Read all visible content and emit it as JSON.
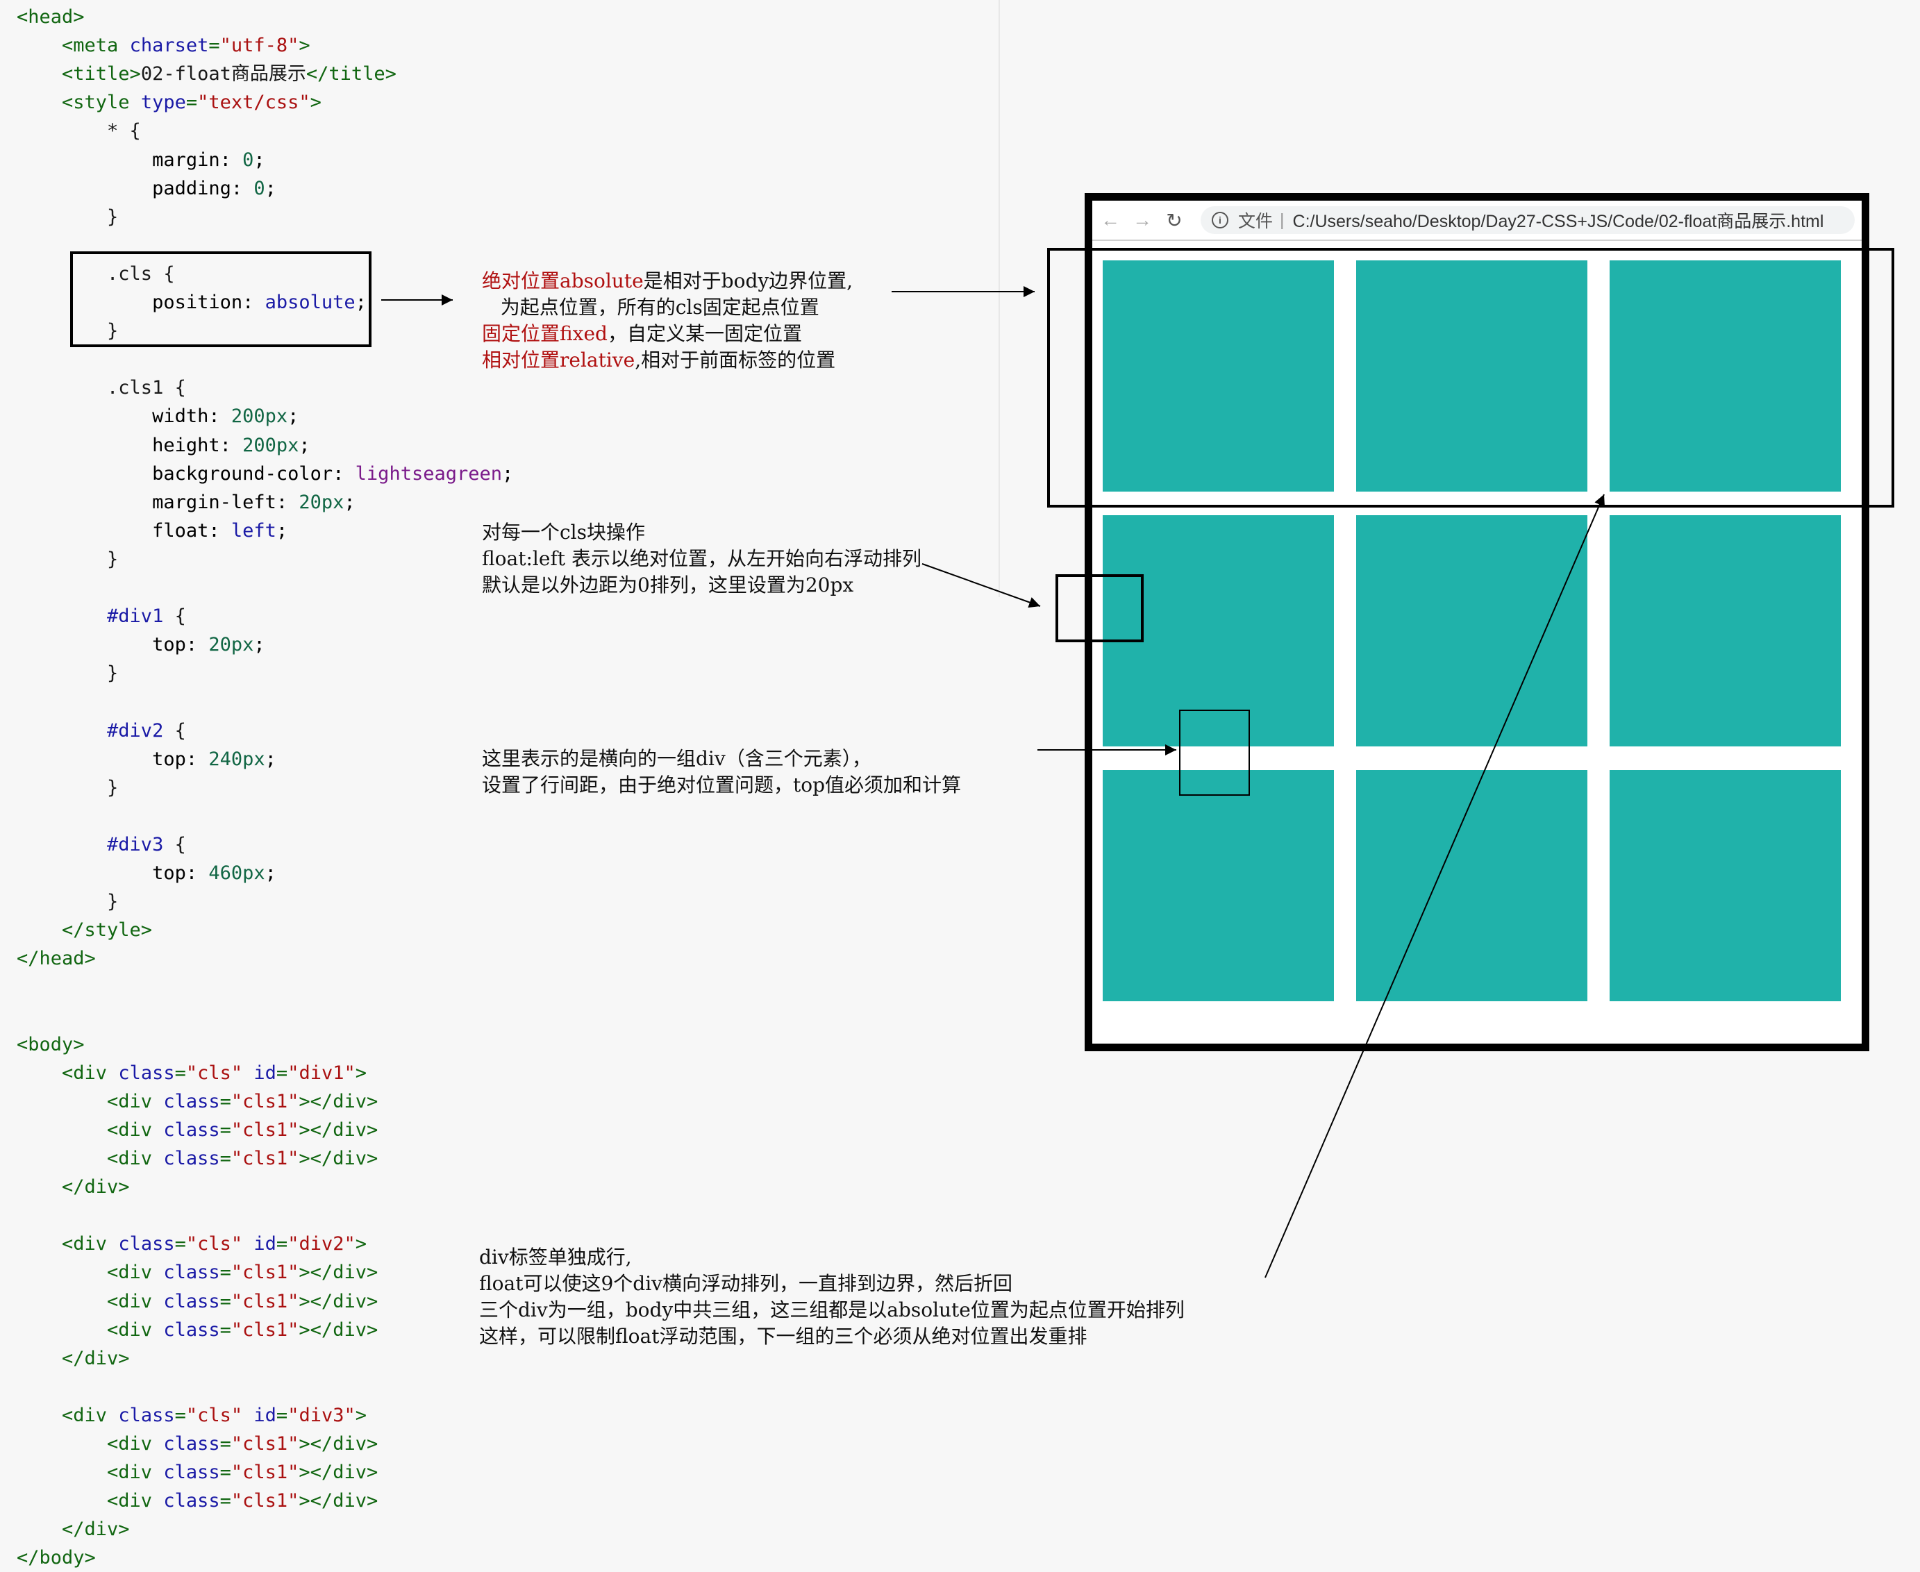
{
  "code": {
    "lines": [
      [
        {
          "c": "t-tag",
          "t": "<head>"
        }
      ],
      [
        {
          "c": "t-tag",
          "t": "    <meta "
        },
        {
          "c": "t-attr",
          "t": "charset"
        },
        {
          "c": "t-tag",
          "t": "="
        },
        {
          "c": "t-str",
          "t": "\"utf-8\""
        },
        {
          "c": "t-tag",
          "t": ">"
        }
      ],
      [
        {
          "c": "t-tag",
          "t": "    <title>"
        },
        {
          "c": "t-sel",
          "t": "02-float商品展示"
        },
        {
          "c": "t-tag",
          "t": "</title>"
        }
      ],
      [
        {
          "c": "t-tag",
          "t": "    <style "
        },
        {
          "c": "t-attr",
          "t": "type"
        },
        {
          "c": "t-tag",
          "t": "="
        },
        {
          "c": "t-str",
          "t": "\"text/css\""
        },
        {
          "c": "t-tag",
          "t": ">"
        }
      ],
      [
        {
          "c": "t-sel",
          "t": "        * {"
        }
      ],
      [
        {
          "c": "t-prop",
          "t": "            margin: "
        },
        {
          "c": "t-num",
          "t": "0"
        },
        {
          "c": "t-prop",
          "t": ";"
        }
      ],
      [
        {
          "c": "t-prop",
          "t": "            padding: "
        },
        {
          "c": "t-num",
          "t": "0"
        },
        {
          "c": "t-prop",
          "t": ";"
        }
      ],
      [
        {
          "c": "t-sel",
          "t": "        }"
        }
      ],
      [
        {
          "c": "t-sel",
          "t": ""
        }
      ],
      [
        {
          "c": "t-sel",
          "t": "        .cls {"
        }
      ],
      [
        {
          "c": "t-prop",
          "t": "            position: "
        },
        {
          "c": "t-kw",
          "t": "absolute"
        },
        {
          "c": "t-prop",
          "t": ";"
        }
      ],
      [
        {
          "c": "t-sel",
          "t": "        }"
        }
      ],
      [
        {
          "c": "t-sel",
          "t": ""
        }
      ],
      [
        {
          "c": "t-sel",
          "t": "        .cls1 {"
        }
      ],
      [
        {
          "c": "t-prop",
          "t": "            width: "
        },
        {
          "c": "t-num",
          "t": "200px"
        },
        {
          "c": "t-prop",
          "t": ";"
        }
      ],
      [
        {
          "c": "t-prop",
          "t": "            height: "
        },
        {
          "c": "t-num",
          "t": "200px"
        },
        {
          "c": "t-prop",
          "t": ";"
        }
      ],
      [
        {
          "c": "t-prop",
          "t": "            background-color: "
        },
        {
          "c": "t-color",
          "t": "lightseagreen"
        },
        {
          "c": "t-prop",
          "t": ";"
        }
      ],
      [
        {
          "c": "t-prop",
          "t": "            margin-left: "
        },
        {
          "c": "t-num",
          "t": "20px"
        },
        {
          "c": "t-prop",
          "t": ";"
        }
      ],
      [
        {
          "c": "t-prop",
          "t": "            float: "
        },
        {
          "c": "t-kw",
          "t": "left"
        },
        {
          "c": "t-prop",
          "t": ";"
        }
      ],
      [
        {
          "c": "t-sel",
          "t": "        }"
        }
      ],
      [
        {
          "c": "t-sel",
          "t": ""
        }
      ],
      [
        {
          "c": "t-id",
          "t": "        #div1"
        },
        {
          "c": "t-sel",
          "t": " {"
        }
      ],
      [
        {
          "c": "t-prop",
          "t": "            top: "
        },
        {
          "c": "t-num",
          "t": "20px"
        },
        {
          "c": "t-prop",
          "t": ";"
        }
      ],
      [
        {
          "c": "t-sel",
          "t": "        }"
        }
      ],
      [
        {
          "c": "t-sel",
          "t": ""
        }
      ],
      [
        {
          "c": "t-id",
          "t": "        #div2"
        },
        {
          "c": "t-sel",
          "t": " {"
        }
      ],
      [
        {
          "c": "t-prop",
          "t": "            top: "
        },
        {
          "c": "t-num",
          "t": "240px"
        },
        {
          "c": "t-prop",
          "t": ";"
        }
      ],
      [
        {
          "c": "t-sel",
          "t": "        }"
        }
      ],
      [
        {
          "c": "t-sel",
          "t": ""
        }
      ],
      [
        {
          "c": "t-id",
          "t": "        #div3"
        },
        {
          "c": "t-sel",
          "t": " {"
        }
      ],
      [
        {
          "c": "t-prop",
          "t": "            top: "
        },
        {
          "c": "t-num",
          "t": "460px"
        },
        {
          "c": "t-prop",
          "t": ";"
        }
      ],
      [
        {
          "c": "t-sel",
          "t": "        }"
        }
      ],
      [
        {
          "c": "t-tag",
          "t": "    </style>"
        }
      ],
      [
        {
          "c": "t-tag",
          "t": "</head>"
        }
      ],
      [
        {
          "c": "t-sel",
          "t": ""
        }
      ],
      [
        {
          "c": "t-sel",
          "t": ""
        }
      ],
      [
        {
          "c": "t-tag",
          "t": "<body>"
        }
      ],
      [
        {
          "c": "t-tag",
          "t": "    <div "
        },
        {
          "c": "t-attr",
          "t": "class"
        },
        {
          "c": "t-tag",
          "t": "="
        },
        {
          "c": "t-str",
          "t": "\"cls\""
        },
        {
          "c": "t-tag",
          "t": " "
        },
        {
          "c": "t-attr",
          "t": "id"
        },
        {
          "c": "t-tag",
          "t": "="
        },
        {
          "c": "t-str",
          "t": "\"div1\""
        },
        {
          "c": "t-tag",
          "t": ">"
        }
      ],
      [
        {
          "c": "t-tag",
          "t": "        <div "
        },
        {
          "c": "t-attr",
          "t": "class"
        },
        {
          "c": "t-tag",
          "t": "="
        },
        {
          "c": "t-str",
          "t": "\"cls1\""
        },
        {
          "c": "t-tag",
          "t": "></div>"
        }
      ],
      [
        {
          "c": "t-tag",
          "t": "        <div "
        },
        {
          "c": "t-attr",
          "t": "class"
        },
        {
          "c": "t-tag",
          "t": "="
        },
        {
          "c": "t-str",
          "t": "\"cls1\""
        },
        {
          "c": "t-tag",
          "t": "></div>"
        }
      ],
      [
        {
          "c": "t-tag",
          "t": "        <div "
        },
        {
          "c": "t-attr",
          "t": "class"
        },
        {
          "c": "t-tag",
          "t": "="
        },
        {
          "c": "t-str",
          "t": "\"cls1\""
        },
        {
          "c": "t-tag",
          "t": "></div>"
        }
      ],
      [
        {
          "c": "t-tag",
          "t": "    </div>"
        }
      ],
      [
        {
          "c": "t-sel",
          "t": ""
        }
      ],
      [
        {
          "c": "t-tag",
          "t": "    <div "
        },
        {
          "c": "t-attr",
          "t": "class"
        },
        {
          "c": "t-tag",
          "t": "="
        },
        {
          "c": "t-str",
          "t": "\"cls\""
        },
        {
          "c": "t-tag",
          "t": " "
        },
        {
          "c": "t-attr",
          "t": "id"
        },
        {
          "c": "t-tag",
          "t": "="
        },
        {
          "c": "t-str",
          "t": "\"div2\""
        },
        {
          "c": "t-tag",
          "t": ">"
        }
      ],
      [
        {
          "c": "t-tag",
          "t": "        <div "
        },
        {
          "c": "t-attr",
          "t": "class"
        },
        {
          "c": "t-tag",
          "t": "="
        },
        {
          "c": "t-str",
          "t": "\"cls1\""
        },
        {
          "c": "t-tag",
          "t": "></div>"
        }
      ],
      [
        {
          "c": "t-tag",
          "t": "        <div "
        },
        {
          "c": "t-attr",
          "t": "class"
        },
        {
          "c": "t-tag",
          "t": "="
        },
        {
          "c": "t-str",
          "t": "\"cls1\""
        },
        {
          "c": "t-tag",
          "t": "></div>"
        }
      ],
      [
        {
          "c": "t-tag",
          "t": "        <div "
        },
        {
          "c": "t-attr",
          "t": "class"
        },
        {
          "c": "t-tag",
          "t": "="
        },
        {
          "c": "t-str",
          "t": "\"cls1\""
        },
        {
          "c": "t-tag",
          "t": "></div>"
        }
      ],
      [
        {
          "c": "t-tag",
          "t": "    </div>"
        }
      ],
      [
        {
          "c": "t-sel",
          "t": ""
        }
      ],
      [
        {
          "c": "t-tag",
          "t": "    <div "
        },
        {
          "c": "t-attr",
          "t": "class"
        },
        {
          "c": "t-tag",
          "t": "="
        },
        {
          "c": "t-str",
          "t": "\"cls\""
        },
        {
          "c": "t-tag",
          "t": " "
        },
        {
          "c": "t-attr",
          "t": "id"
        },
        {
          "c": "t-tag",
          "t": "="
        },
        {
          "c": "t-str",
          "t": "\"div3\""
        },
        {
          "c": "t-tag",
          "t": ">"
        }
      ],
      [
        {
          "c": "t-tag",
          "t": "        <div "
        },
        {
          "c": "t-attr",
          "t": "class"
        },
        {
          "c": "t-tag",
          "t": "="
        },
        {
          "c": "t-str",
          "t": "\"cls1\""
        },
        {
          "c": "t-tag",
          "t": "></div>"
        }
      ],
      [
        {
          "c": "t-tag",
          "t": "        <div "
        },
        {
          "c": "t-attr",
          "t": "class"
        },
        {
          "c": "t-tag",
          "t": "="
        },
        {
          "c": "t-str",
          "t": "\"cls1\""
        },
        {
          "c": "t-tag",
          "t": "></div>"
        }
      ],
      [
        {
          "c": "t-tag",
          "t": "        <div "
        },
        {
          "c": "t-attr",
          "t": "class"
        },
        {
          "c": "t-tag",
          "t": "="
        },
        {
          "c": "t-str",
          "t": "\"cls1\""
        },
        {
          "c": "t-tag",
          "t": "></div>"
        }
      ],
      [
        {
          "c": "t-tag",
          "t": "    </div>"
        }
      ],
      [
        {
          "c": "t-tag",
          "t": "</body>"
        }
      ]
    ]
  },
  "notes": {
    "absolute": {
      "line1_red": "绝对位置absolute",
      "line1_rest": "是相对于body边界位置,",
      "line2": "   为起点位置，所有的cls固定起点位置",
      "line3_red": "固定位置fixed",
      "line3_rest": "，自定义某一固定位置",
      "line4_red": "相对位置relative",
      "line4_rest": ",相对于前面标签的位置"
    },
    "float": {
      "line1": "对每一个cls块操作",
      "line2": "float:left 表示以绝对位置，从左开始向右浮动排列",
      "line3": "默认是以外边距为0排列，这里设置为20px"
    },
    "row": {
      "line1": "这里表示的是横向的一组div（含三个元素），",
      "line2": "设置了行间距，由于绝对位置问题，top值必须加和计算"
    },
    "div": {
      "line1": "div标签单独成行,",
      "line2": "float可以使这9个div横向浮动排列，一直排到边界，然后折回",
      "line3": "三个div为一组，body中共三组，这三组都是以absolute位置为起点位置开始排列",
      "line4": "这样，可以限制float浮动范围，下一组的三个必须从绝对位置出发重排"
    }
  },
  "browser": {
    "back_icon": "arrow-left",
    "forward_icon": "arrow-right",
    "reload_icon": "reload",
    "info_icon": "info",
    "address_label": "文件",
    "address_sep": "|",
    "address_url": "C:/Users/seaho/Desktop/Day27-CSS+JS/Code/02-float商品展示.html"
  },
  "colors": {
    "box": "#20b2aa",
    "note_red": "#b01010"
  }
}
